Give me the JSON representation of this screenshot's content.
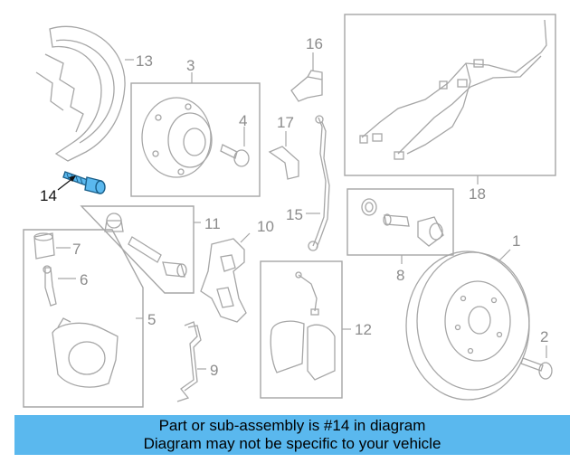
{
  "callouts": {
    "c1": "1",
    "c2": "2",
    "c3": "3",
    "c4": "4",
    "c5": "5",
    "c6": "6",
    "c7": "7",
    "c8": "8",
    "c9": "9",
    "c10": "10",
    "c11": "11",
    "c12": "12",
    "c13": "13",
    "c14": "14",
    "c15": "15",
    "c16": "16",
    "c17": "17",
    "c18": "18"
  },
  "highlighted_part": "14",
  "colors": {
    "highlight": "#5ab8ee",
    "line": "#a6a6a6",
    "label": "#8c8c8c"
  },
  "caption": {
    "line1": "Part or sub-assembly is #14 in diagram",
    "line2": "Diagram may not be specific to your vehicle"
  }
}
